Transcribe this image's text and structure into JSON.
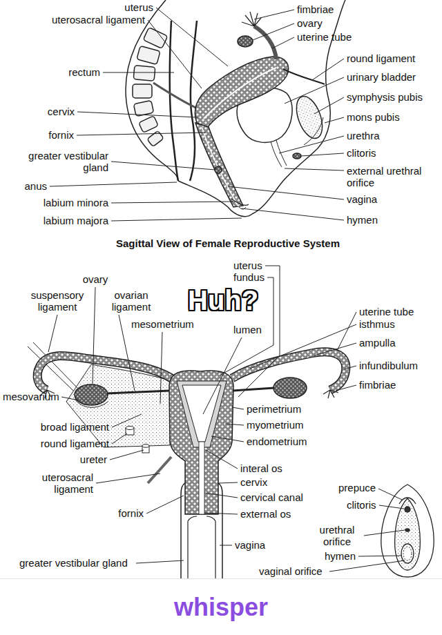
{
  "diagram": {
    "caption": "Sagittal View of Female Reproductive System",
    "labels": [
      "uterus",
      "uterosacral ligament",
      "fimbriae",
      "ovary",
      "uterine tube",
      "rectum",
      "round ligament",
      "urinary bladder",
      "symphysis pubis",
      "cervix",
      "mons pubis",
      "fornix",
      "urethra",
      "clitoris",
      "greater vestibular gland",
      "external urethral orifice",
      "anus",
      "vagina",
      "labium minora",
      "labium majora",
      "hymen",
      "ovary",
      "uterus",
      "suspensory ligament",
      "ovarian ligament",
      "fundus",
      "Huh?",
      "uterine tube",
      "isthmus",
      "mesometrium",
      "lumen",
      "ampulla",
      "infundibulum",
      "fimbriae",
      "mesovarium",
      "perimetrium",
      "myometrium",
      "broad ligament",
      "endometrium",
      "round ligament",
      "ureter",
      "interal os",
      "uterosacral ligament",
      "cervix",
      "prepuce",
      "cervical canal",
      "clitoris",
      "fornix",
      "external os",
      "urethral orifice",
      "vagina",
      "hymen",
      "greater vestibular gland",
      "vaginal orifice",
      "whisper"
    ]
  }
}
